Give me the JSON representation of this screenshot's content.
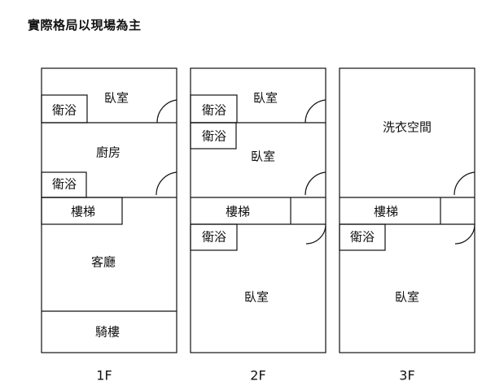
{
  "note": "實際格局以現場為主",
  "floors": [
    {
      "label": "1F",
      "rooms": {
        "bedroom": "臥室",
        "bath_top": "衛浴",
        "kitchen": "廚房",
        "bath_mid": "衛浴",
        "stairs": "樓梯",
        "living": "客廳",
        "arcade": "騎樓"
      }
    },
    {
      "label": "2F",
      "rooms": {
        "bath_1": "衛浴",
        "bedroom_1": "臥室",
        "bath_2": "衛浴",
        "bedroom_2": "臥室",
        "stairs": "樓梯",
        "bath_3": "衛浴",
        "bedroom_3": "臥室"
      }
    },
    {
      "label": "3F",
      "rooms": {
        "laundry": "洗衣空間",
        "stairs": "樓梯",
        "bath": "衛浴",
        "bedroom": "臥室"
      }
    }
  ]
}
